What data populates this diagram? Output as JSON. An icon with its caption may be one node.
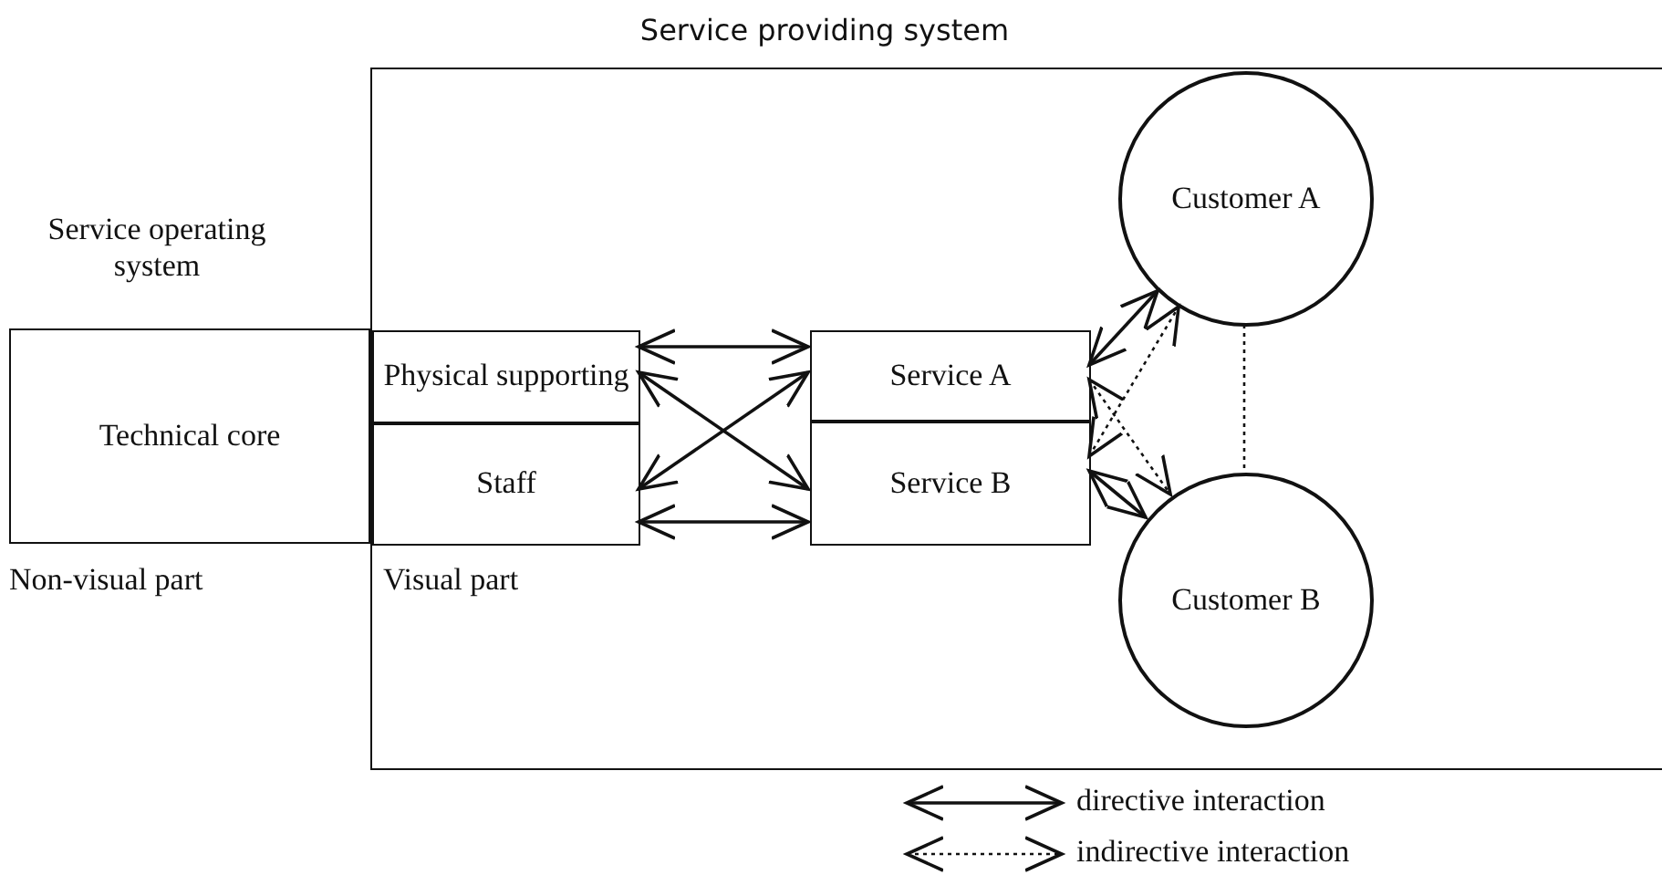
{
  "diagram": {
    "nodes": [
      {
        "text": [
          "Service providing system"
        ]
      },
      {
        "text": [
          "Service operating system",
          "Technical core"
        ]
      },
      {
        "text": [
          "Physical supporting"
        ],
        "in": 0
      },
      {
        "text": [
          "Staff"
        ],
        "in": 0
      },
      {
        "text": [
          "Service A"
        ],
        "in": 0
      },
      {
        "text": [
          "Service B"
        ],
        "in": 0
      },
      {
        "text": [
          "Customer A"
        ],
        "in": 0
      },
      {
        "text": [
          "Customer B"
        ],
        "in": 0
      }
    ],
    "edges": [
      {
        "from": 2,
        "to": 4,
        "arrow": "both"
      },
      {
        "from": 2,
        "to": 5,
        "arrow": "both"
      },
      {
        "from": 3,
        "to": 4,
        "arrow": "both"
      },
      {
        "from": 3,
        "to": 5,
        "arrow": "both"
      },
      {
        "from": 4,
        "to": 6,
        "arrow": "both"
      },
      {
        "from": 4,
        "to": 7,
        "arrow": "both",
        "style": "dashed"
      },
      {
        "from": 5,
        "to": 6,
        "arrow": "both",
        "style": "dashed"
      },
      {
        "from": 5,
        "to": 7,
        "arrow": "both"
      },
      {
        "from": 6,
        "to": 7,
        "arrow": "none",
        "style": "dashed"
      }
    ],
    "labels": [
      "Non-visual part",
      "Visual part"
    ],
    "legend": [
      {
        "text": "directive interaction"
      },
      {
        "text": "indirective interaction"
      }
    ]
  }
}
